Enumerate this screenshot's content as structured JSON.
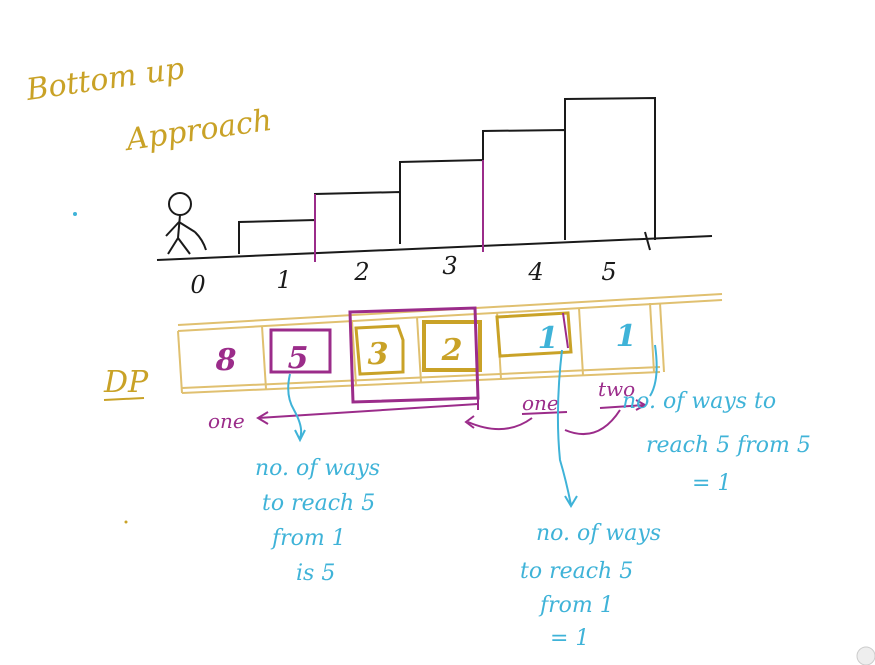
{
  "title": {
    "line1": "Bottom up",
    "line2": "Approach"
  },
  "step_labels": [
    "0",
    "1",
    "2",
    "3",
    "4",
    "5"
  ],
  "dp_label": "DP",
  "dp_values": [
    "8",
    "5",
    "3",
    "2",
    "1",
    "1"
  ],
  "arrow_labels": {
    "one_left": "one",
    "one_mid": "one",
    "two": "two"
  },
  "notes": {
    "left": [
      "no. of ways",
      "to reach 5",
      "from 1",
      "is 5"
    ],
    "middle": [
      "no. of ways",
      "to reach 5",
      "from 1",
      "= 1"
    ],
    "right": [
      "no. of ways to",
      "reach 5 from 5",
      "= 1"
    ]
  },
  "colors": {
    "gold": "#c9a227",
    "purple": "#9b2c8a",
    "cyan": "#3fb3d8",
    "ink": "#1a1a1a"
  }
}
